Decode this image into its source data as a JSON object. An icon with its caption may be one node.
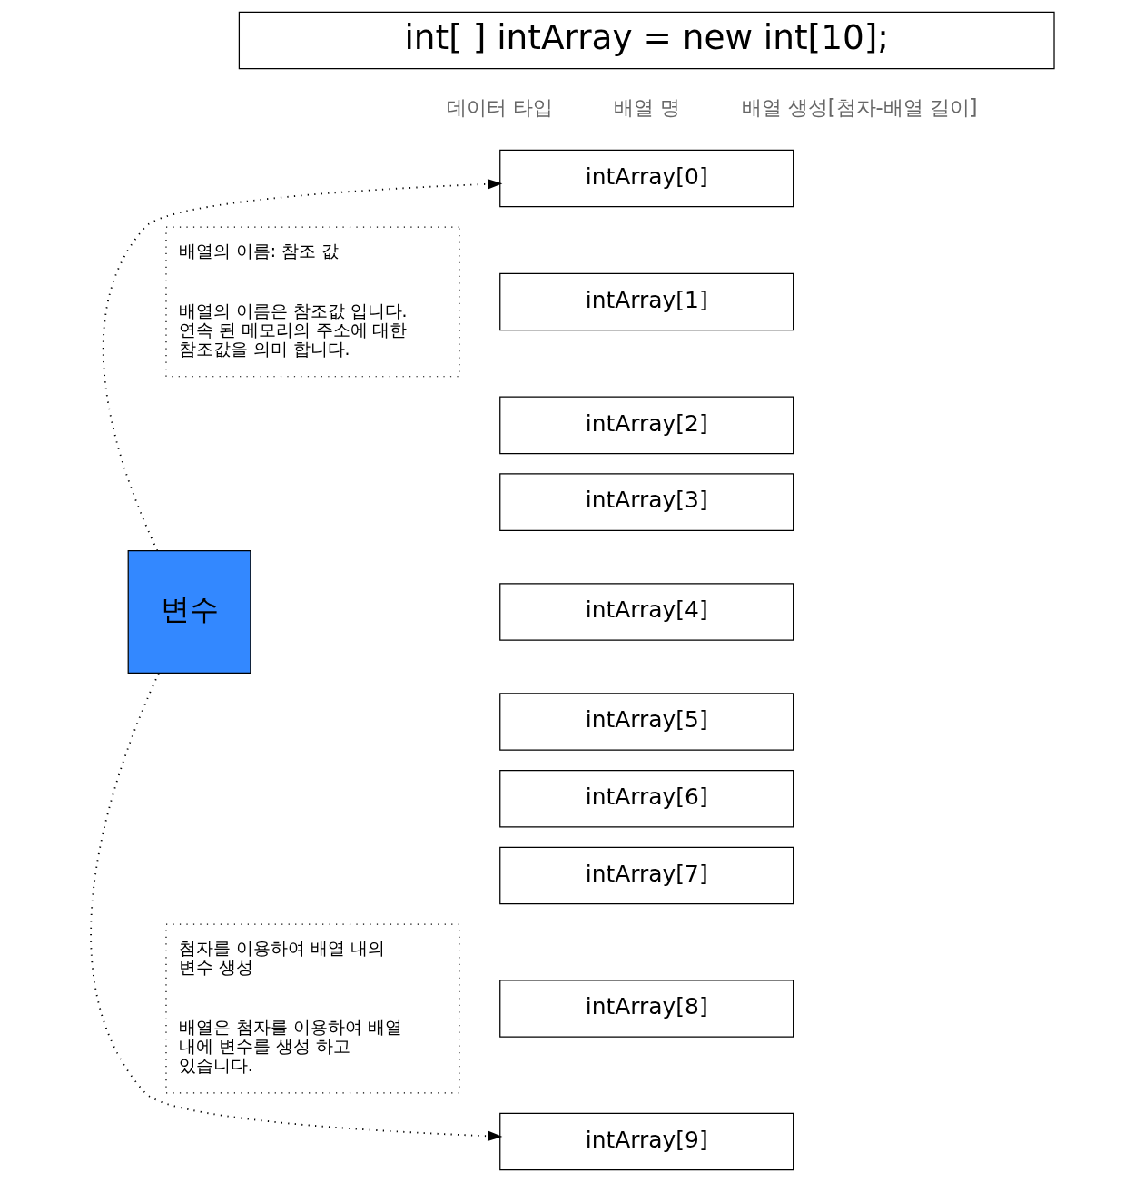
{
  "diagram": {
    "nodes": [
      {
        "text": [
          "int[ ] intArray = new int[10];"
        ]
      },
      {
        "text": [
          "배열의 이름: 참조 값",
          "배열의 이름은 참조값 입니다. 연속 된 메모리의 주소에 대한 참조값을 의미 합니다."
        ]
      },
      {
        "text": [
          "첨자를 이용하여 배열 내의 변수 생성",
          "배열은 첨자를 이용하여 배열 내에 변수를 생성 하고 있습니다."
        ]
      },
      {
        "text": [
          "변수"
        ]
      },
      {
        "text": [
          "intArray[0]"
        ]
      },
      {
        "text": [
          "intArray[1]"
        ]
      },
      {
        "text": [
          "intArray[2]"
        ]
      },
      {
        "text": [
          "intArray[3]"
        ]
      },
      {
        "text": [
          "intArray[4]"
        ]
      },
      {
        "text": [
          "intArray[5]"
        ]
      },
      {
        "text": [
          "intArray[6]"
        ]
      },
      {
        "text": [
          "intArray[7]"
        ]
      },
      {
        "text": [
          "intArray[8]"
        ]
      },
      {
        "text": [
          "intArray[9]"
        ]
      }
    ],
    "edges": [
      {
        "from": 3,
        "to": 4,
        "arrow": "to",
        "style": "dashed"
      },
      {
        "from": 3,
        "to": 13,
        "arrow": "to",
        "style": "dashed"
      }
    ],
    "labels": [
      "데이터 타입",
      "배열 명",
      "배열 생성[첨자-배열 길이]"
    ]
  }
}
